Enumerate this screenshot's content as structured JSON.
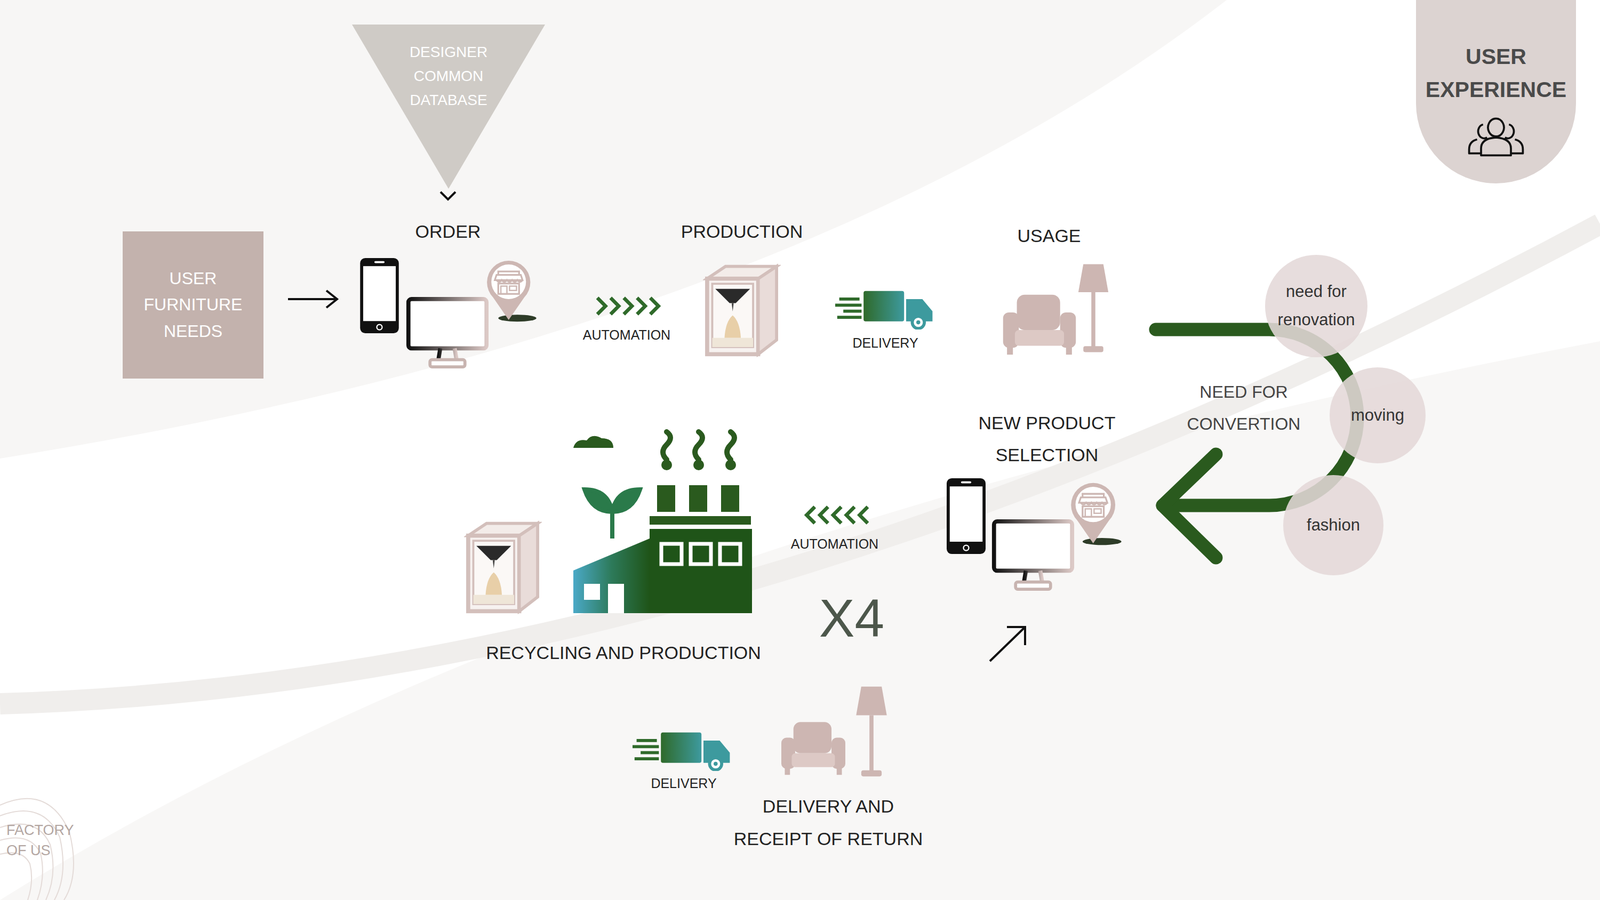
{
  "diagram": {
    "nodes": [
      {
        "text": [
          "USER FURNITURE NEEDS"
        ]
      },
      {
        "text": [
          "DESIGNER COMMON DATABASE"
        ]
      },
      {
        "text": [
          "USER EXPERIENCE"
        ]
      },
      {
        "text": [
          "need for renovation"
        ]
      },
      {
        "text": [
          "moving"
        ]
      },
      {
        "text": [
          "fashion"
        ]
      }
    ],
    "labels": [
      "ORDER",
      "PRODUCTION",
      "USAGE",
      "AUTOMATION",
      "DELIVERY",
      "NEED FOR CONVERTION",
      "NEW PRODUCT SELECTION",
      "AUTOMATION",
      "X4",
      "RECYCLING AND PRODUCTION",
      "DELIVERY",
      "DELIVERY AND RECEIPT OF RETURN",
      "FACTORY OF US"
    ]
  }
}
